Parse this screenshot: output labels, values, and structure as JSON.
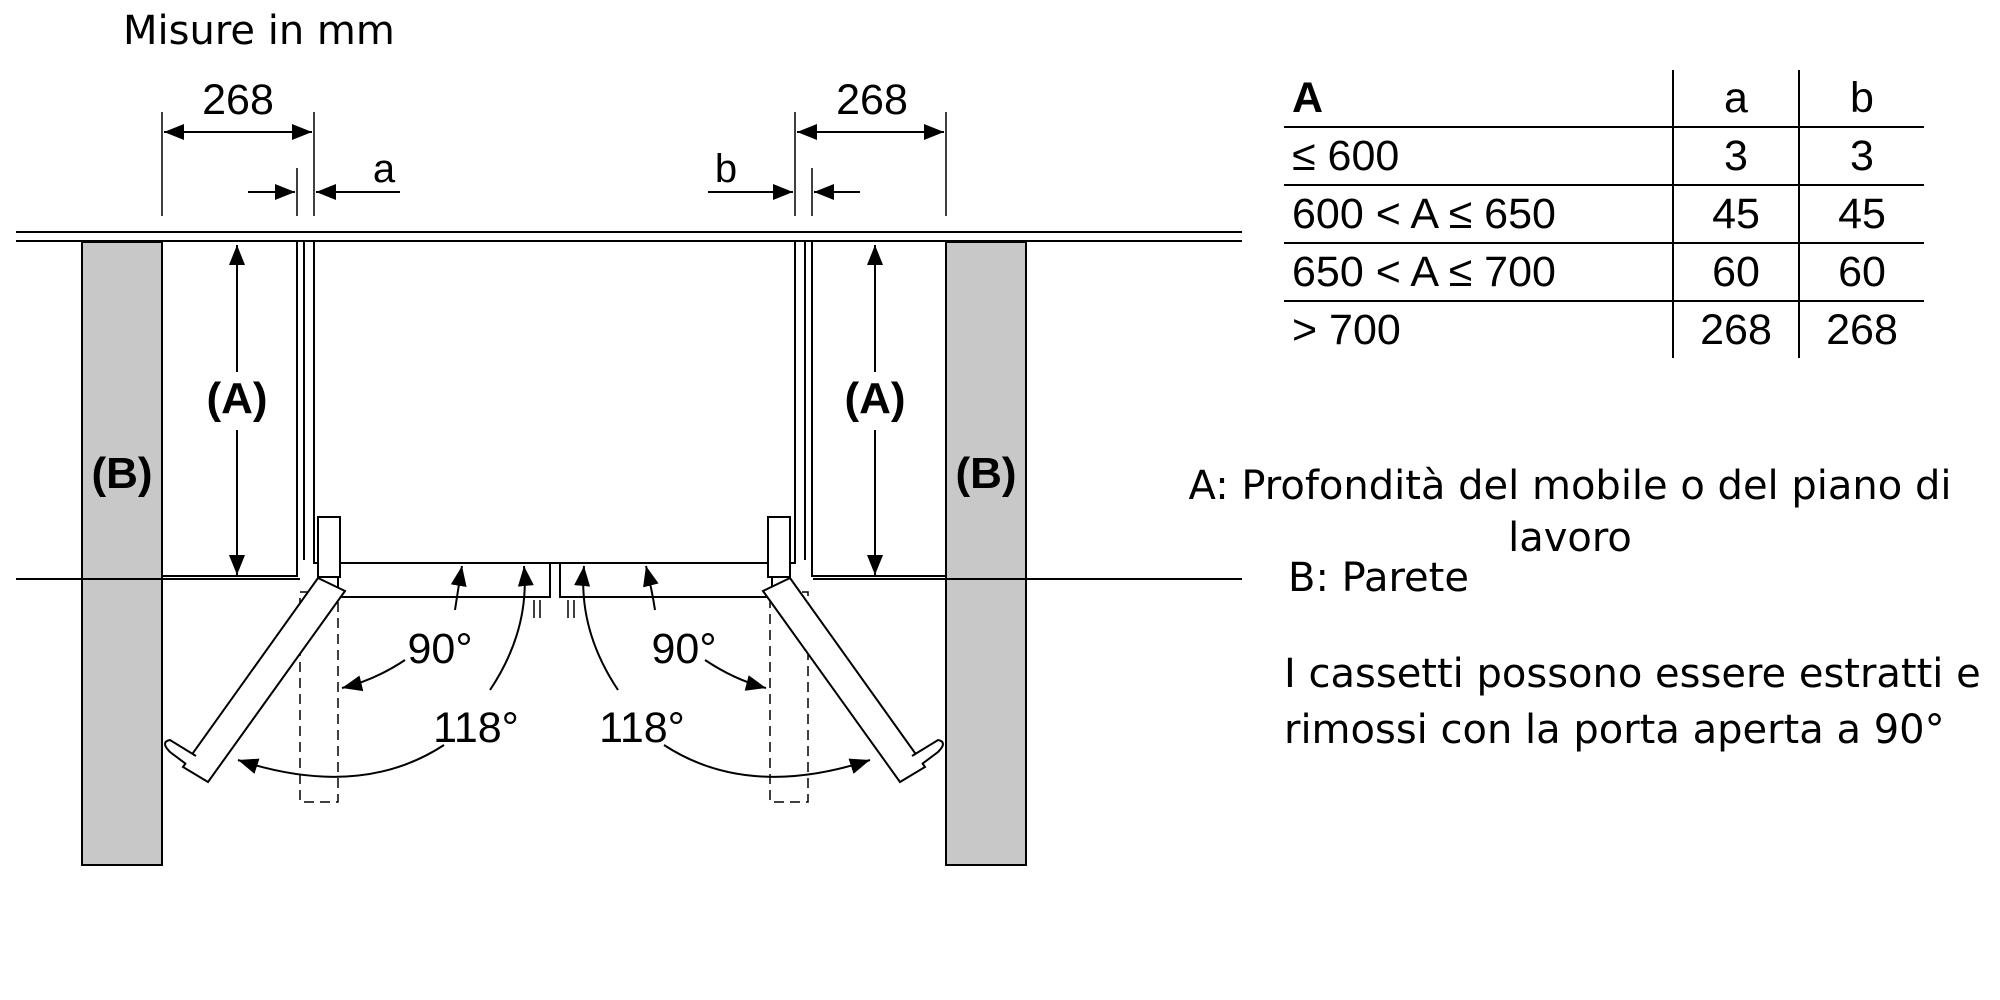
{
  "caption": "Misure in mm",
  "diagram": {
    "dim_left_width": "268",
    "dim_right_width": "268",
    "gap_left_label": "a",
    "gap_right_label": "b",
    "depth_left_label": "(A)",
    "depth_right_label": "(A)",
    "wall_left_label": "(B)",
    "wall_right_label": "(B)",
    "angle_90_left": "90°",
    "angle_90_right": "90°",
    "angle_118_left": "118°",
    "angle_118_right": "118°"
  },
  "table": {
    "header": {
      "cond": "A",
      "col_a": "a",
      "col_b": "b"
    },
    "rows": [
      {
        "cond": "≤ 600",
        "a": "3",
        "b": "3"
      },
      {
        "cond": "600 < A ≤ 650",
        "a": "45",
        "b": "45"
      },
      {
        "cond": "650 < A ≤ 700",
        "a": "60",
        "b": "60"
      },
      {
        "cond": "> 700",
        "a": "268",
        "b": "268"
      }
    ]
  },
  "legend": {
    "a": "A: Profondità del mobile o del piano di lavoro",
    "b": "B: Parete"
  },
  "drawer_note": "I cassetti possono essere estratti e rimossi con la porta aperta a 90°",
  "colors": {
    "wall_fill": "#c8c8c8",
    "line": "#000000",
    "background": "#ffffff"
  }
}
